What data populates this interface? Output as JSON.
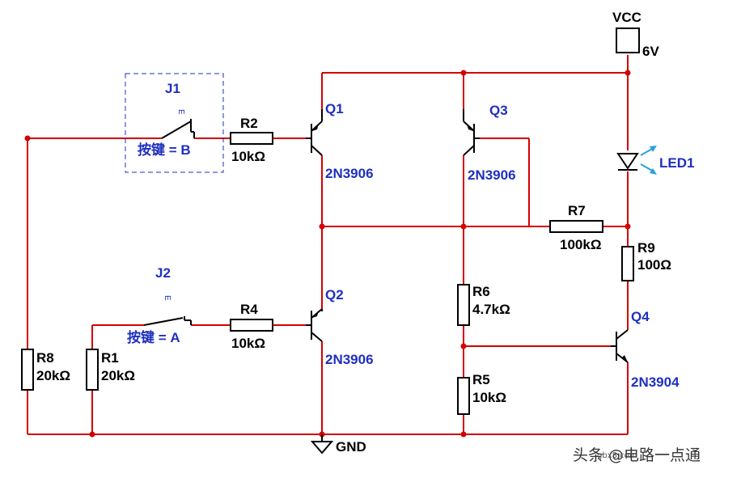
{
  "power": {
    "name": "VCC",
    "value": "6V"
  },
  "ground": {
    "name": "GND"
  },
  "switches": [
    {
      "ref": "J1",
      "key": "E",
      "label": "按键 = B"
    },
    {
      "ref": "J2",
      "key": "E",
      "label": "按键 = A"
    }
  ],
  "resistors": [
    {
      "ref": "R2",
      "value": "10kΩ"
    },
    {
      "ref": "R4",
      "value": "10kΩ"
    },
    {
      "ref": "R7",
      "value": "100kΩ"
    },
    {
      "ref": "R9",
      "value": "100Ω"
    },
    {
      "ref": "R6",
      "value": "4.7kΩ"
    },
    {
      "ref": "R5",
      "value": "10kΩ"
    },
    {
      "ref": "R8",
      "value": "20kΩ"
    },
    {
      "ref": "R1",
      "value": "20kΩ"
    }
  ],
  "transistors": [
    {
      "ref": "Q1",
      "model": "2N3906"
    },
    {
      "ref": "Q2",
      "model": "2N3906"
    },
    {
      "ref": "Q3",
      "model": "2N3906"
    },
    {
      "ref": "Q4",
      "model": "2N3904"
    }
  ],
  "led": {
    "ref": "LED1"
  },
  "watermark": {
    "text": "头条 @电路一点通",
    "sub": "gbx8.com"
  },
  "colors": {
    "wire": "#d40000",
    "label": "#1f2fbf",
    "led": "#2aa0e0"
  }
}
